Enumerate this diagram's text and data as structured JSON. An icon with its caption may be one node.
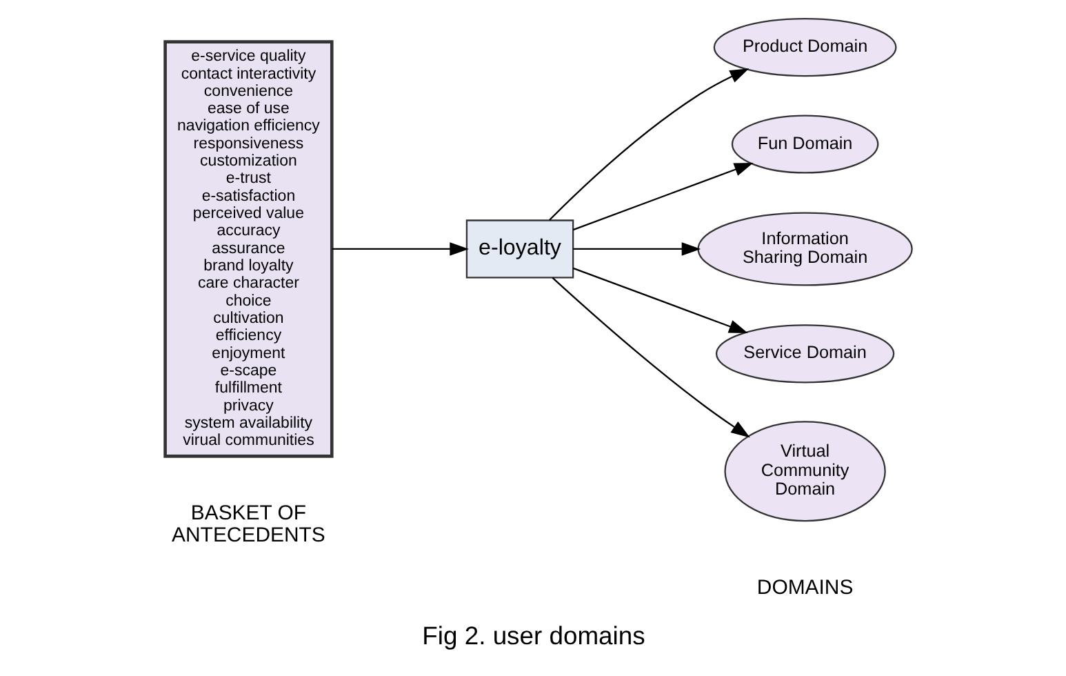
{
  "diagram": {
    "caption": "Fig 2. user domains",
    "nodes": [
      {
        "text": [
          "e-service quality",
          "contact interactivity",
          "convenience",
          "ease of use",
          "navigation efficiency",
          "responsiveness",
          "customization",
          "e-trust",
          "e-satisfaction",
          "perceived value",
          "accuracy",
          "assurance",
          "brand loyalty",
          "care character",
          "choice",
          "cultivation",
          "efficiency",
          "enjoyment",
          "e-scape",
          "fulfillment",
          "privacy",
          "system availability",
          "virual communities"
        ],
        "beside": [
          "BASKET OF ANTECEDENTS"
        ]
      },
      {
        "text": [
          "e-loyalty"
        ]
      },
      {
        "text": [
          "Product Domain"
        ]
      },
      {
        "text": [
          "Fun Domain"
        ]
      },
      {
        "text": [
          "Information Sharing Domain"
        ]
      },
      {
        "text": [
          "Service Domain"
        ]
      },
      {
        "text": [
          "Virtual Community Domain"
        ]
      }
    ],
    "edges": [
      {
        "from": 0,
        "to": 1,
        "arrow": "to"
      },
      {
        "from": 1,
        "to": 2,
        "arrow": "to"
      },
      {
        "from": 1,
        "to": 3,
        "arrow": "to"
      },
      {
        "from": 1,
        "to": 4,
        "arrow": "to"
      },
      {
        "from": 1,
        "to": 5,
        "arrow": "to"
      },
      {
        "from": 1,
        "to": 6,
        "arrow": "to"
      }
    ],
    "labels": [
      "DOMAINS"
    ]
  }
}
